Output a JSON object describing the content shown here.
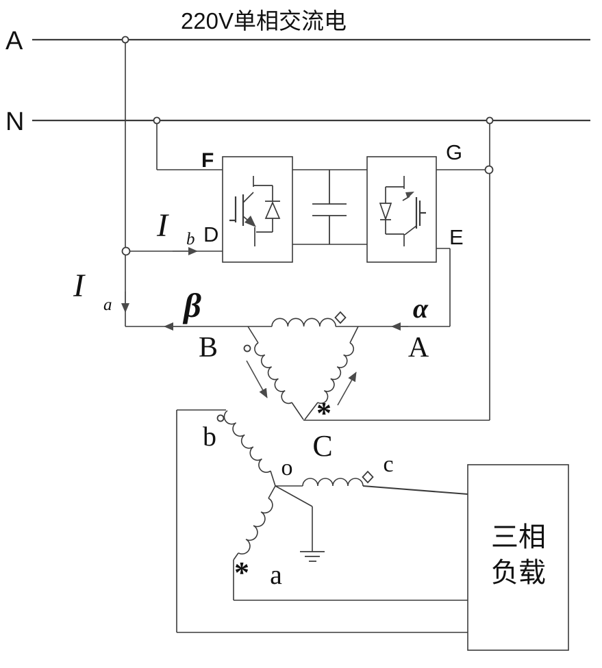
{
  "title": "220V单相交流电",
  "buses": {
    "phase": "A",
    "neutral": "N"
  },
  "converter": {
    "rectifier_top": "F",
    "rectifier_bottom": "D",
    "inverter_top": "G",
    "inverter_bottom": "E"
  },
  "currents": {
    "symbol": "I",
    "sub_b": "b",
    "sub_a": "a",
    "beta": "β",
    "alpha": "α"
  },
  "delta_winding": {
    "terminal_b": "B",
    "terminal_a": "A",
    "terminal_c": "C",
    "polarity_star": "*"
  },
  "star_winding": {
    "terminal_b": "b",
    "neutral_o": "o",
    "terminal_c": "c",
    "terminal_a": "a",
    "polarity_star": "*"
  },
  "load": {
    "line1": "三相",
    "line2": "负载"
  },
  "colors": {
    "wire": "#3a3a3a",
    "arrow": "#4a4a4a",
    "text": "#111111",
    "background": "#ffffff"
  }
}
